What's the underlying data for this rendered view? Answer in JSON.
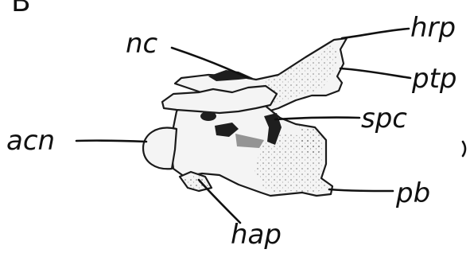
{
  "figure": {
    "panel_label": "B",
    "labels": {
      "nc": "nc",
      "hrp": "hrp",
      "ptp": "ptp",
      "spc": "spc",
      "acn": "acn",
      "pb": "pb",
      "hap": "hap"
    }
  }
}
